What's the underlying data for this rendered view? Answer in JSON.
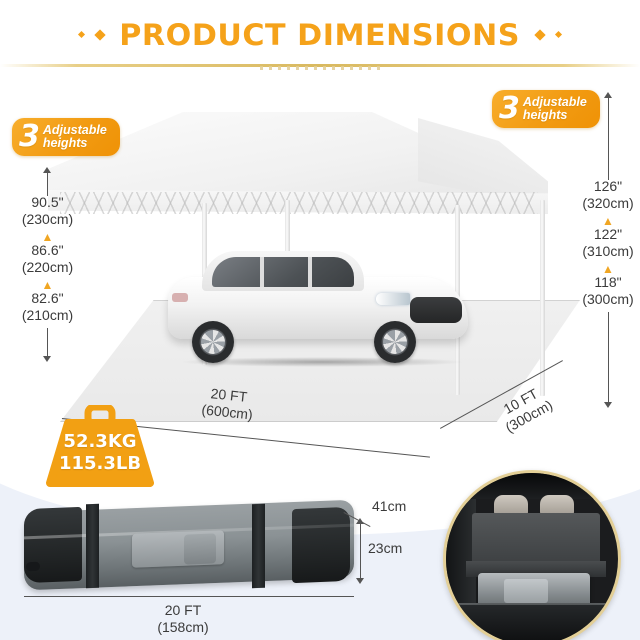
{
  "header": {
    "title": "PRODUCT DIMENSIONS",
    "ornament_left": "diamond-ornament",
    "ornament_right": "diamond-ornament",
    "accent_color": "#f5a21a",
    "divider_color": "#d9b95f"
  },
  "badges": {
    "left": {
      "number": "3",
      "line1": "Adjustable",
      "line2": "heights"
    },
    "right": {
      "number": "3",
      "line1": "Adjustable",
      "line2": "heights"
    },
    "color": "#f29b12"
  },
  "left_heights": [
    {
      "imperial": "90.5\"",
      "metric": "(230cm)"
    },
    {
      "imperial": "86.6\"",
      "metric": "(220cm)"
    },
    {
      "imperial": "82.6\"",
      "metric": "(210cm)"
    }
  ],
  "right_heights": [
    {
      "imperial": "126\"",
      "metric": "(320cm)"
    },
    {
      "imperial": "122\"",
      "metric": "(310cm)"
    },
    {
      "imperial": "118\"",
      "metric": "(300cm)"
    }
  ],
  "footprint": {
    "length_imperial": "20 FT",
    "length_metric": "(600cm)",
    "depth_imperial": "10 FT",
    "depth_metric": "(300cm)"
  },
  "weight": {
    "kg": "52.3KG",
    "lb": "115.3LB",
    "icon": "weight-icon",
    "color": "#f2a013"
  },
  "carry_bag": {
    "length_imperial": "20 FT",
    "length_metric": "(158cm)",
    "depth": "41cm",
    "height": "23cm"
  },
  "photo_inset": {
    "caption": "",
    "ring_color": "#e3cf96",
    "subject": "carry-bag-in-car-trunk"
  },
  "colors": {
    "background": "#ffffff",
    "lower_band": "#edf1f9",
    "text": "#3b3b3b",
    "chevron": "#f0a623"
  }
}
